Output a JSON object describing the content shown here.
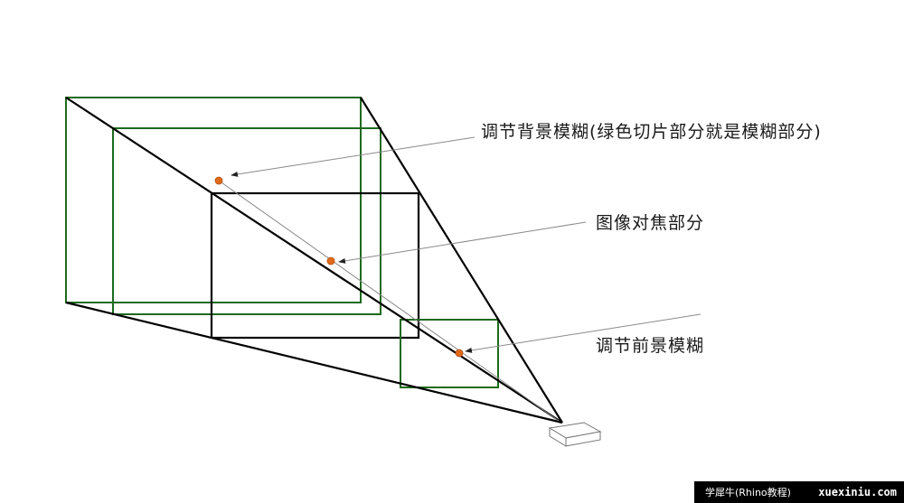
{
  "annotations": {
    "background_blur": "调节背景模糊(绿色切片部分就是模糊部分)",
    "focus_part": "图像对焦部分",
    "foreground_blur": "调节前景模糊"
  },
  "watermark": {
    "site_cn": "学犀牛(Rhino教程)",
    "site_url": "xuexiniu.com"
  },
  "colors": {
    "background": "#ffffff",
    "frustum_line": "#000000",
    "blur_slice": "#1e6b1e",
    "focus_plane": "#000000",
    "focus_point": "#e06a1a",
    "guide_line": "#8a8a8a",
    "annotation_text": "#1a1a1a"
  }
}
